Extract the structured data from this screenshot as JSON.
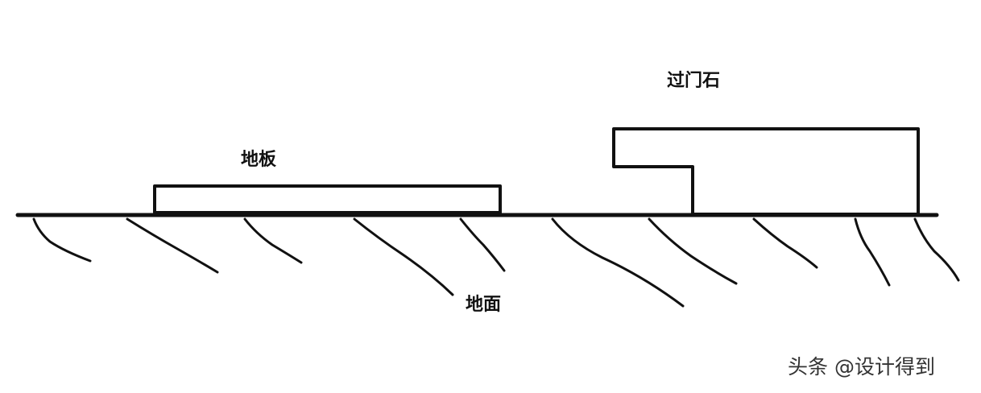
{
  "labels": {
    "floor": "地板",
    "threshold_stone": "过门石",
    "ground": "地面"
  },
  "watermark": "头条 @设计得到",
  "colors": {
    "stroke": "#111111",
    "background": "#ffffff",
    "watermark": "#333333"
  }
}
